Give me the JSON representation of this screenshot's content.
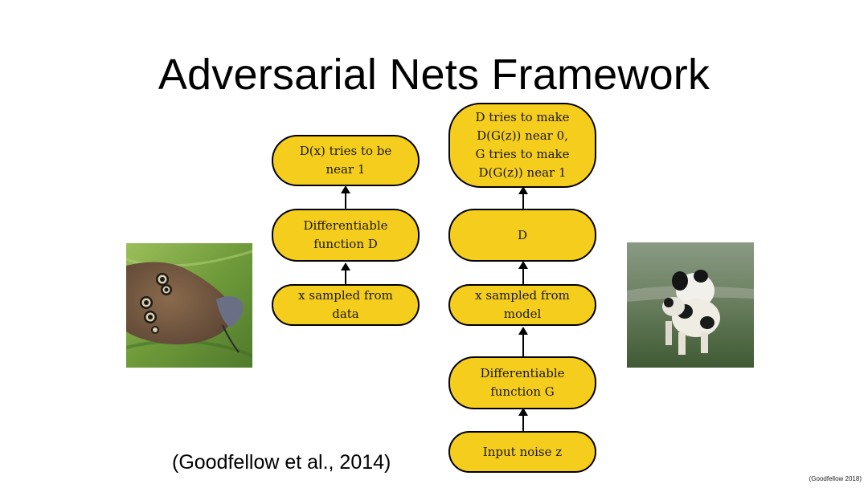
{
  "title": "Adversarial Nets Framework",
  "citation": "(Goodfellow et al., 2014)",
  "footnote": "(Goodfellow 2018)",
  "colors": {
    "node_fill": "#f5cd1d",
    "node_border": "#000000"
  },
  "real_branch": {
    "nodes": [
      {
        "text": "D(x) tries to be\nnear 1"
      },
      {
        "text": "Differentiable\nfunction D"
      },
      {
        "text": "x sampled from\ndata"
      }
    ],
    "image": {
      "subject": "butterfly"
    }
  },
  "fake_branch": {
    "nodes": [
      {
        "text": "D tries to make\nD(G(z)) near 0,\nG tries to make\nD(G(z)) near 1"
      },
      {
        "text": "D"
      },
      {
        "text": "x sampled from\nmodel"
      },
      {
        "text": "Differentiable\nfunction G"
      },
      {
        "text": "Input noise z"
      }
    ],
    "image": {
      "subject": "generated-dog-like-animal"
    }
  }
}
